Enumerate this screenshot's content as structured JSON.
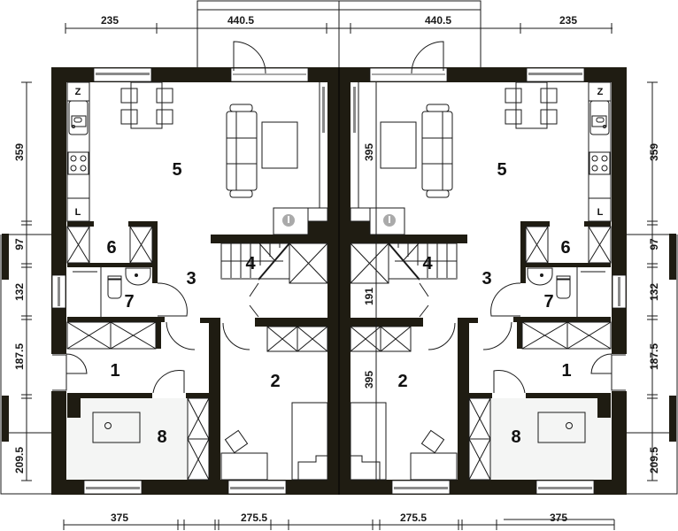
{
  "plan": {
    "title": "Semi-detached house ground floor plan",
    "colors": {
      "wall": "#1f1c12",
      "line": "#1a1a1a",
      "utility_fill": "#f4f5f4",
      "window_glass": "#8a8a8a",
      "boiler_icon": "#aaaaaa"
    },
    "dimensions": {
      "top": [
        "235",
        "440.5",
        "440.5",
        "235"
      ],
      "bottom": [
        "375",
        "275.5",
        "275.5",
        "375"
      ],
      "left": [
        "359",
        "97",
        "132",
        "187.5",
        "209.5"
      ],
      "right": [
        "359",
        "97",
        "132",
        "187.5",
        "209.5"
      ],
      "center_upper": "395",
      "center_middle": "191",
      "center_lower": "395"
    },
    "rooms": {
      "r1": "1",
      "r2": "2",
      "r3": "3",
      "r4": "4",
      "r5": "5",
      "r6": "6",
      "r7": "7",
      "r8": "8"
    },
    "kitchen_labels": {
      "fridge": "Z",
      "dishwasher": "L"
    }
  }
}
